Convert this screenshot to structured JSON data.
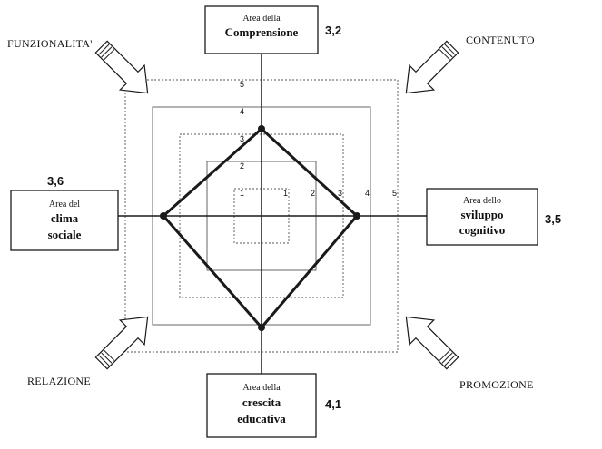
{
  "diagram": {
    "scale_max": 5,
    "ring_levels": [
      1,
      2,
      3,
      4,
      5
    ],
    "tick_labels": {
      "up": [
        "1",
        "2",
        "3",
        "4",
        "5"
      ],
      "right": [
        "1",
        "2",
        "3",
        "4",
        "5"
      ]
    },
    "corners": {
      "top_left": "FUNZIONALITA'",
      "top_right": "CONTENUTO",
      "bottom_left": "RELAZIONE",
      "bottom_right": "PROMOZIONE"
    },
    "areas": {
      "top": {
        "line1": "Area della",
        "line2": "Comprensione",
        "line3": "",
        "score": "3,2",
        "value": 3.2
      },
      "left": {
        "line1": "Area del",
        "line2": "clima",
        "line3": "sociale",
        "score": "3,6",
        "value": 3.6
      },
      "right": {
        "line1": "Area dello",
        "line2": "sviluppo",
        "line3": "cognitivo",
        "score": "3,5",
        "value": 3.5
      },
      "bottom": {
        "line1": "Area della",
        "line2": "crescita",
        "line3": "educativa",
        "score": "4,1",
        "value": 4.1
      }
    },
    "colors": {
      "stroke": "#1a1a1a",
      "ring": "#555555",
      "background": "#ffffff"
    }
  }
}
